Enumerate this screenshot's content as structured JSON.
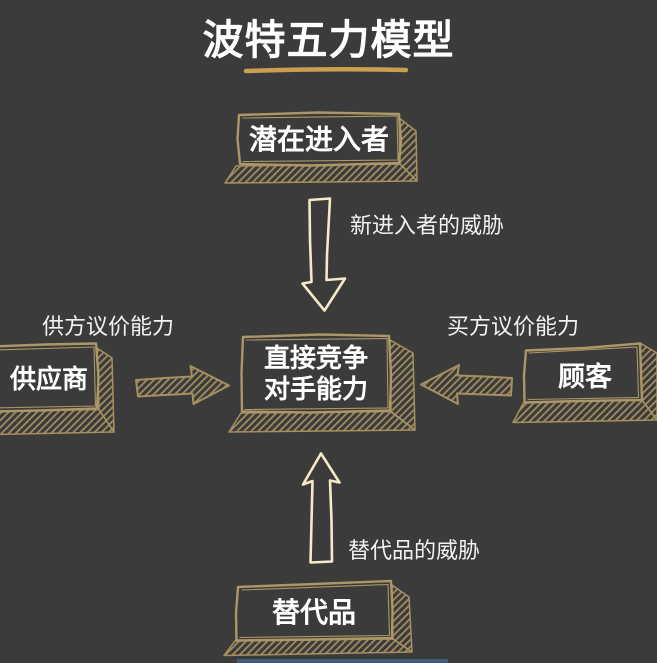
{
  "title": "波特五力模型",
  "nodes": {
    "potential_entrants": "潜在进入者",
    "direct_competitors": "直接竞争\n对手能力",
    "suppliers": "供应商",
    "customers": "顾客",
    "substitutes": "替代品"
  },
  "forces": {
    "new_entrants_threat": "新进入者的威胁",
    "supplier_bargaining": "供方议价能力",
    "buyer_bargaining": "买方议价能力",
    "substitutes_threat": "替代品的威胁"
  },
  "colors": {
    "background": "#3b3b3b",
    "box_stroke": "#ab9767",
    "hatch": "#a6905f",
    "arrow_outline": "#f6e9c8",
    "title_underline": "#c9a04f",
    "text": "#ffffff",
    "bottom_accent": "#3f5a7a"
  }
}
